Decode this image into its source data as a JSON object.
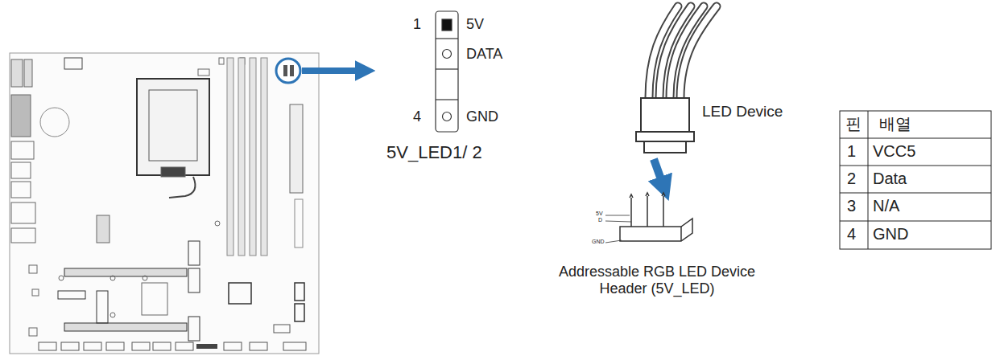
{
  "diagram": {
    "labels": [
      "1",
      "5V",
      "DATA",
      "4",
      "GND",
      "5V_LED1/ 2",
      "LED Device",
      "5V",
      "D",
      "GND",
      "Addressable RGB LED Device Header (5V_LED)",
      "핀",
      "배열",
      "1",
      "VCC5",
      "2",
      "Data",
      "3",
      "N/A",
      "4",
      "GND"
    ]
  }
}
